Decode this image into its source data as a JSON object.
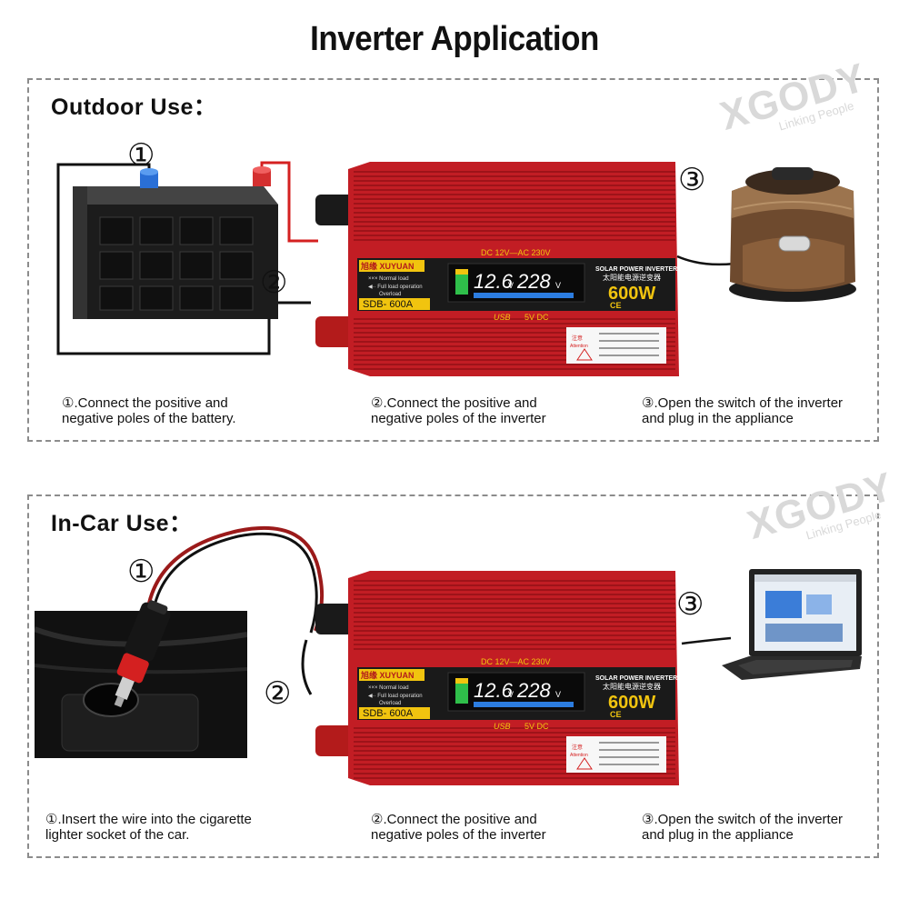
{
  "title": "Inverter Application",
  "watermark": {
    "brand": "XGODY",
    "tagline": "Linking People"
  },
  "outdoor": {
    "heading": "Outdoor Use：",
    "markers": [
      "①",
      "②",
      "③"
    ],
    "captions": [
      {
        "line1": "①.Connect the positive and",
        "line2": "negative poles of the battery."
      },
      {
        "line1": "②.Connect the positive and",
        "line2": "negative poles of the inverter"
      },
      {
        "line1": "③.Open the switch of the inverter",
        "line2": "and plug in the appliance"
      }
    ]
  },
  "incar": {
    "heading": "In-Car Use：",
    "markers": [
      "①",
      "②",
      "③"
    ],
    "captions": [
      {
        "line1": "①.Insert the wire into the cigarette",
        "line2": "lighter socket of the car."
      },
      {
        "line1": "②.Connect the positive and",
        "line2": "negative poles of the inverter"
      },
      {
        "line1": "③.Open the switch of the inverter",
        "line2": "and plug in the appliance"
      }
    ]
  },
  "inverter": {
    "brand": "旭缘 XUYUAN",
    "input_output": "DC 12V—AC 230V",
    "product_en": "SOLAR POWER INVERTER",
    "product_cn": "太阳能电源逆变器",
    "power": "600W",
    "model": "SDB- 600A",
    "lcd_left": "12.6",
    "lcd_left_unit": "V",
    "lcd_right": "228",
    "lcd_right_unit": "V",
    "status_normal": "Normal load",
    "status_full": "Full load operation",
    "status_over": "Overload",
    "usb": "USB",
    "usb_output": "5V DC",
    "certs": "CE",
    "warning_label": "注意",
    "warning_en": "Attention"
  },
  "colors": {
    "inverter_body": "#c21d24",
    "inverter_dark": "#8e1016",
    "panel_border": "#8c8c8c",
    "lcd_text": "#ffffff",
    "lcd_bg": "#0a0a0a",
    "accent_yellow": "#f1c40f"
  }
}
